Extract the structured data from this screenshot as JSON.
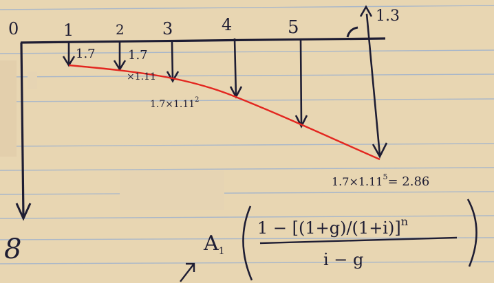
{
  "timeline": {
    "periods": [
      "0",
      "1",
      "2",
      "3",
      "4",
      "5"
    ],
    "up_label": "1.3",
    "down_label": "8"
  },
  "annotations": {
    "cf1": "1.7",
    "cf2": "1.7",
    "cf2_factor": "×1.11",
    "cf3": "1.7×1.11",
    "cf3_exp": "2",
    "cf_last": "1.7×1.11",
    "cf_last_exp": "5",
    "cf_last_value": "= 2.86"
  },
  "formula": {
    "prefix": "A",
    "prefix_sub": "1",
    "numerator": "1 − [(1+g)/(1+i)]",
    "exponent": "n",
    "denominator": "i − g"
  },
  "colors": {
    "paper": "#e8d6b2",
    "ruled_line": "#a9b7c9",
    "ink": "#1e1d33",
    "growth_curve": "#e3261f",
    "redaction": "#e5d2b0"
  }
}
